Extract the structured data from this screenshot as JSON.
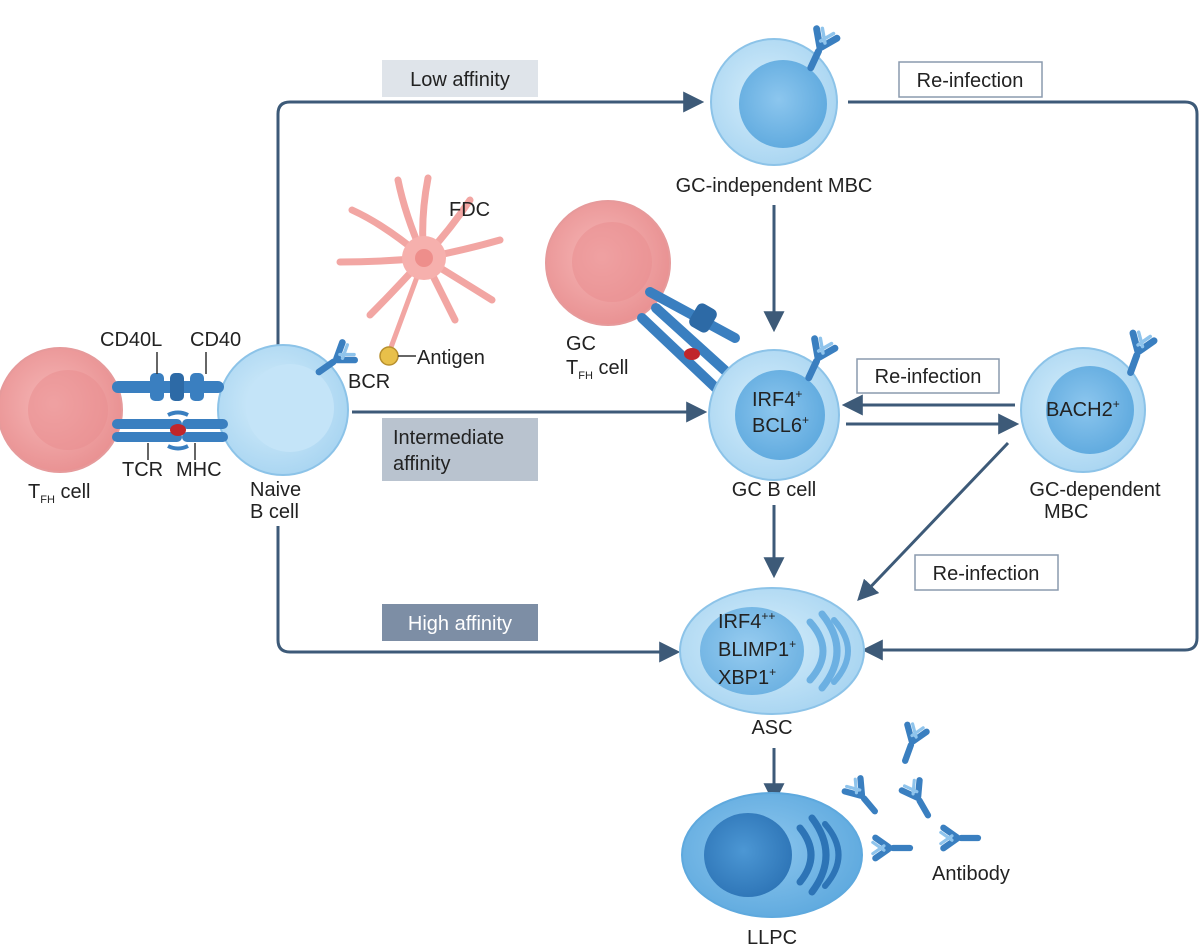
{
  "cells": {
    "tfh_label_main": "T",
    "tfh_label_sub": "FH",
    "tfh_label_rest": " cell",
    "naive_line1": "Naive",
    "naive_line2": "B cell",
    "fdc": "FDC",
    "antigen": "Antigen",
    "bcr": "BCR",
    "cd40l": "CD40L",
    "cd40": "CD40",
    "tcr": "TCR",
    "mhc": "MHC",
    "gc_tfh_line1": "GC",
    "gc_tfh_main": "T",
    "gc_tfh_sub": "FH",
    "gc_tfh_rest": " cell",
    "gc_b_cell": "GC B cell",
    "gc_b_irf4": "IRF4",
    "gc_b_bcl6": "BCL6",
    "plus": "+",
    "plusplus": "++",
    "gc_independent_mbc": "GC-independent MBC",
    "gc_dependent_line1": "GC-dependent",
    "gc_dependent_line2": "MBC",
    "bach2": "BACH2",
    "asc": "ASC",
    "asc_irf4": "IRF4",
    "asc_blimp1": "BLIMP1",
    "asc_xbp1": "XBP1",
    "llpc": "LLPC",
    "antibody": "Antibody"
  },
  "boxes": {
    "low_affinity": "Low affinity",
    "intermediate_line1": "Intermediate",
    "intermediate_line2": "affinity",
    "high_affinity": "High affinity",
    "reinfection_top": "Re-infection",
    "reinfection_mid": "Re-infection",
    "reinfection_low": "Re-infection"
  },
  "colors": {
    "arrow": "#3d5a78",
    "tfh_cell": "#f2a0a0",
    "b_cell_light": "#cde9f8",
    "b_cell_mid": "#a9d6f2",
    "b_cell_dark": "#5aa8dc",
    "receptor": "#3a7fc0",
    "fdc": "#f6b0ad",
    "antigen": "#e8c04a",
    "box_light": "#dfe4ea",
    "box_mid": "#b9c3cf",
    "box_dark": "#7d8ea5"
  }
}
